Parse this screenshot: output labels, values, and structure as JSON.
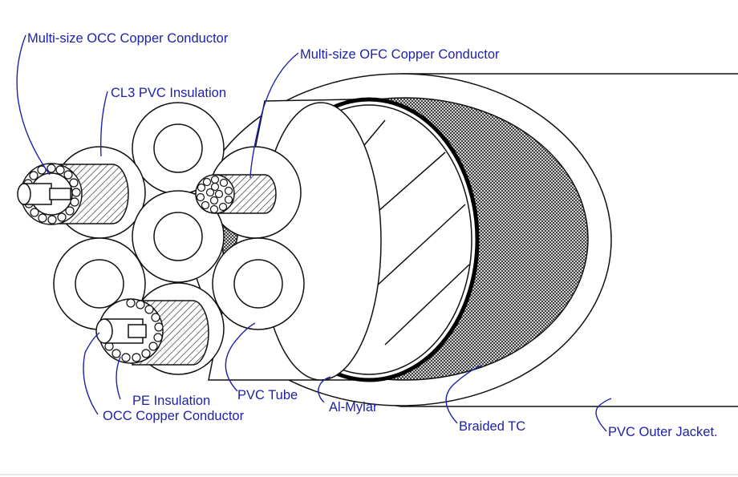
{
  "labels": {
    "occ_multi": "Multi-size OCC Copper Conductor",
    "ofc_multi": "Multi-size OFC Copper Conductor",
    "cl3": "CL3 PVC Insulation",
    "pe": "PE Insulation",
    "occ": "OCC Copper Conductor",
    "pvc_tube": "PVC Tube",
    "al_mylar": "Al-Mylar",
    "braided": "Braided TC",
    "jacket": "PVC Outer Jacket."
  },
  "colors": {
    "label_blue": "#1f22a6",
    "line": "#111111",
    "background": "#ffffff"
  }
}
